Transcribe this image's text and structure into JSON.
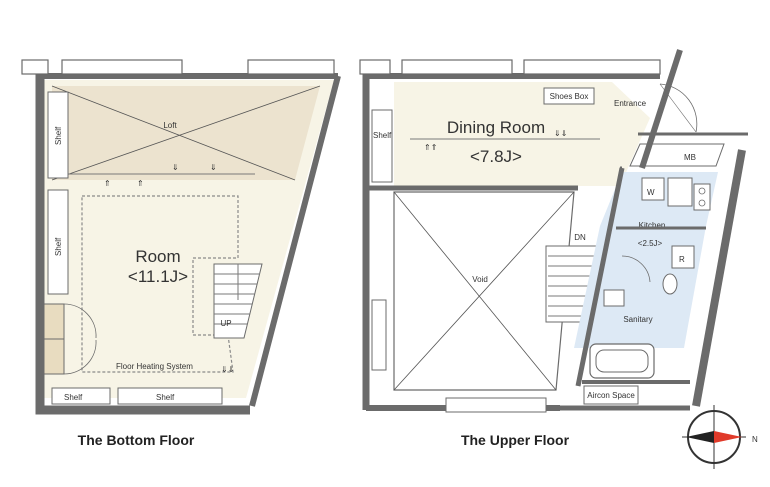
{
  "bottom_floor": {
    "caption": "The Bottom Floor",
    "loft_label": "Loft",
    "room_name": "Room",
    "room_size": "<11.1J>",
    "stair_label": "UP",
    "floor_heating_label": "Floor Heating System",
    "shelf_labels": [
      "Shelf",
      "Shelf",
      "Shelf",
      "Shelf"
    ]
  },
  "upper_floor": {
    "caption": "The Upper Floor",
    "dining_name": "Dining Room",
    "dining_size": "<7.8J>",
    "shoes_box_label": "Shoes Box",
    "entrance_label": "Entrance",
    "shelf_label": "Shelf",
    "mb_label": "MB",
    "washer_label": "W",
    "kitchen_name": "Kitchen",
    "kitchen_size": "<2.5J>",
    "fridge_label": "R",
    "stair_label": "DN",
    "void_label": "Void",
    "sanitary_label": "Sanitary",
    "aircon_label": "Aircon Space"
  },
  "compass": {
    "north_label": "N"
  },
  "colors": {
    "room_fill": "#f7f4e6",
    "loft_fill": "#ece3cf",
    "wet_fill": "#dde9f5",
    "wall": "#6b6b6b",
    "compass_red": "#e03a2a"
  }
}
